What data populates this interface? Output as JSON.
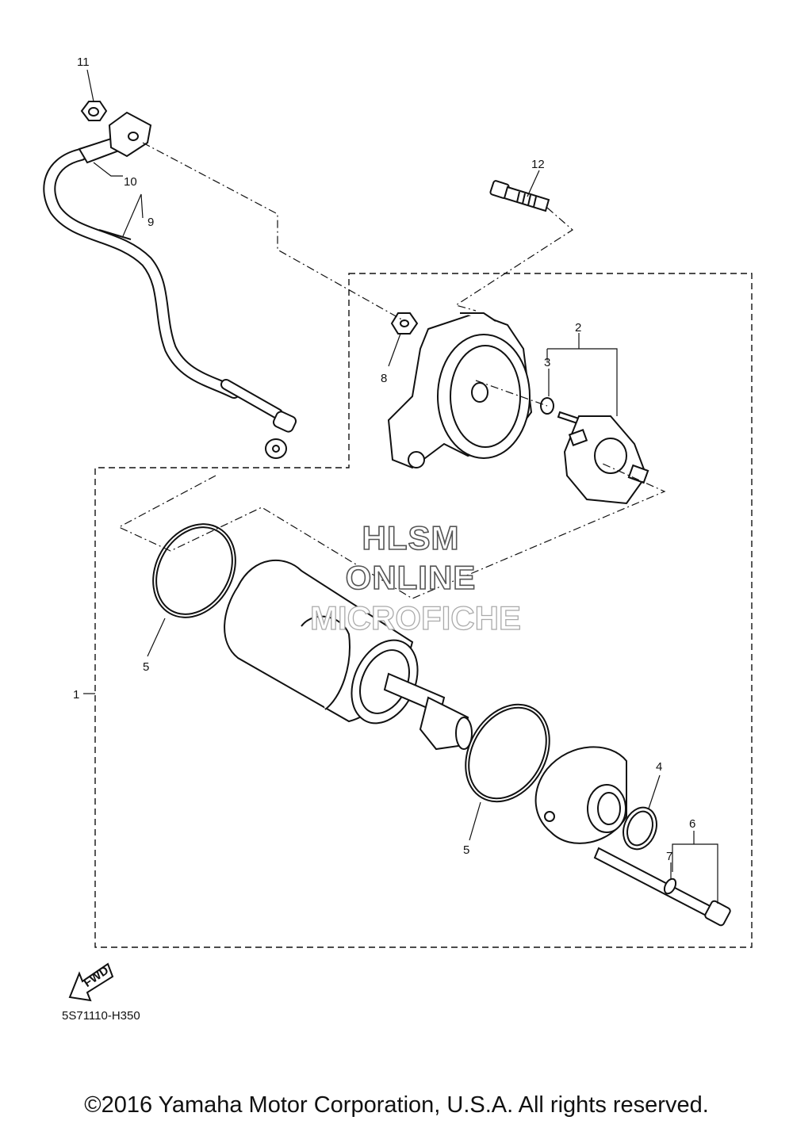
{
  "callouts": [
    {
      "id": "11",
      "label": "11"
    },
    {
      "id": "10",
      "label": "10"
    },
    {
      "id": "9",
      "label": "9"
    },
    {
      "id": "12",
      "label": "12"
    },
    {
      "id": "8",
      "label": "8"
    },
    {
      "id": "3",
      "label": "3"
    },
    {
      "id": "2",
      "label": "2"
    },
    {
      "id": "1",
      "label": "1"
    },
    {
      "id": "5a",
      "label": "5"
    },
    {
      "id": "5b",
      "label": "5"
    },
    {
      "id": "4",
      "label": "4"
    },
    {
      "id": "6",
      "label": "6"
    },
    {
      "id": "7",
      "label": "7"
    }
  ],
  "watermark": {
    "line1": "HLSM",
    "line2": "ONLINE",
    "line3": "MICROFICHE"
  },
  "fwd_label": "FWD",
  "diagram_ref": "5S71110-H350",
  "copyright": "©2016 Yamaha Motor Corporation, U.S.A. All rights reserved."
}
